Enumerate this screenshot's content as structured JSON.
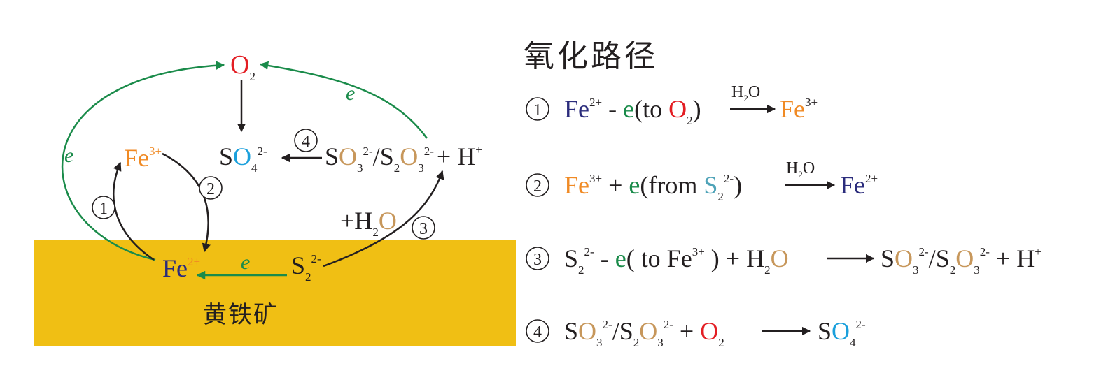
{
  "colors": {
    "black": "#231f20",
    "red": "#e31e24",
    "orange": "#f08a24",
    "navy": "#2b2c7c",
    "green": "#1a8b4a",
    "tan": "#c7975b",
    "cyan": "#1ba0dc",
    "teal": "#4fa3b8",
    "pyrite": "#f0bf14"
  },
  "diagram": {
    "o2": {
      "el": "O",
      "sub": "2"
    },
    "so4": {
      "s": "S",
      "o": "O",
      "sub": "4",
      "charge": "2-"
    },
    "intermediates": {
      "s1": "S",
      "o1": "O",
      "sub1": "3",
      "charge1": "2-",
      "slash": "/S",
      "sub2": "2",
      "o2": "O",
      "sub3": "3",
      "charge2": "2-",
      "plus_h": "+ H",
      "h_charge": "+"
    },
    "fe3": {
      "el": "Fe",
      "charge": "3+"
    },
    "fe2": {
      "el": "Fe",
      "charge": "2+"
    },
    "s2": {
      "el": "S",
      "sub": "2",
      "charge": "2-"
    },
    "water_add": {
      "plus_h": "+H",
      "sub": "2",
      "o": "O"
    },
    "electron_label": "e",
    "step_labels": [
      "1",
      "2",
      "3",
      "4"
    ],
    "mineral_label": "黄铁矿"
  },
  "legend": {
    "title": "氧化路径",
    "eq1": {
      "num": "1",
      "fe": "Fe",
      "fe_charge": "2+",
      "minus": " - ",
      "e": "e",
      "to_open": "(to ",
      "o": "O",
      "o_sub": "2",
      "close": ")",
      "over_h": "H",
      "over_sub": "2",
      "over_o": "O",
      "prod": "Fe",
      "prod_charge": "3+"
    },
    "eq2": {
      "num": "2",
      "fe": "Fe",
      "fe_charge": "3+",
      "plus": " + ",
      "e": "e",
      "from_open": "(from ",
      "s": "S",
      "s_sub": "2",
      "s_charge": "2-",
      "close": ")",
      "over_h": "H",
      "over_sub": "2",
      "over_o": "O",
      "prod": "Fe",
      "prod_charge": "2+"
    },
    "eq3": {
      "num": "3",
      "s": "S",
      "s_sub": "2",
      "s_charge": "2-",
      "minus": " - ",
      "e": "e",
      "to_open": "( to Fe",
      "fe_charge": "3+",
      "close": " ) + H",
      "h_sub": "2",
      "o": "O",
      "p_s1": "S",
      "p_o1": "O",
      "p_sub1": "3",
      "p_charge1": "2-",
      "p_slash": "/S",
      "p_sub2": "2",
      "p_o2": "O",
      "p_sub3": "3",
      "p_charge2": "2-",
      "p_plus_h": " + H",
      "p_h_charge": "+"
    },
    "eq4": {
      "num": "4",
      "s1": "S",
      "o1": "O",
      "sub1": "3",
      "charge1": "2-",
      "slash": "/S",
      "sub2": "2",
      "o2": "O",
      "sub3": "3",
      "charge2": "2-",
      "plus": " + ",
      "o": "O",
      "o_sub": "2",
      "p_s": "S",
      "p_o": "O",
      "p_sub": "4",
      "p_charge": "2-"
    }
  }
}
